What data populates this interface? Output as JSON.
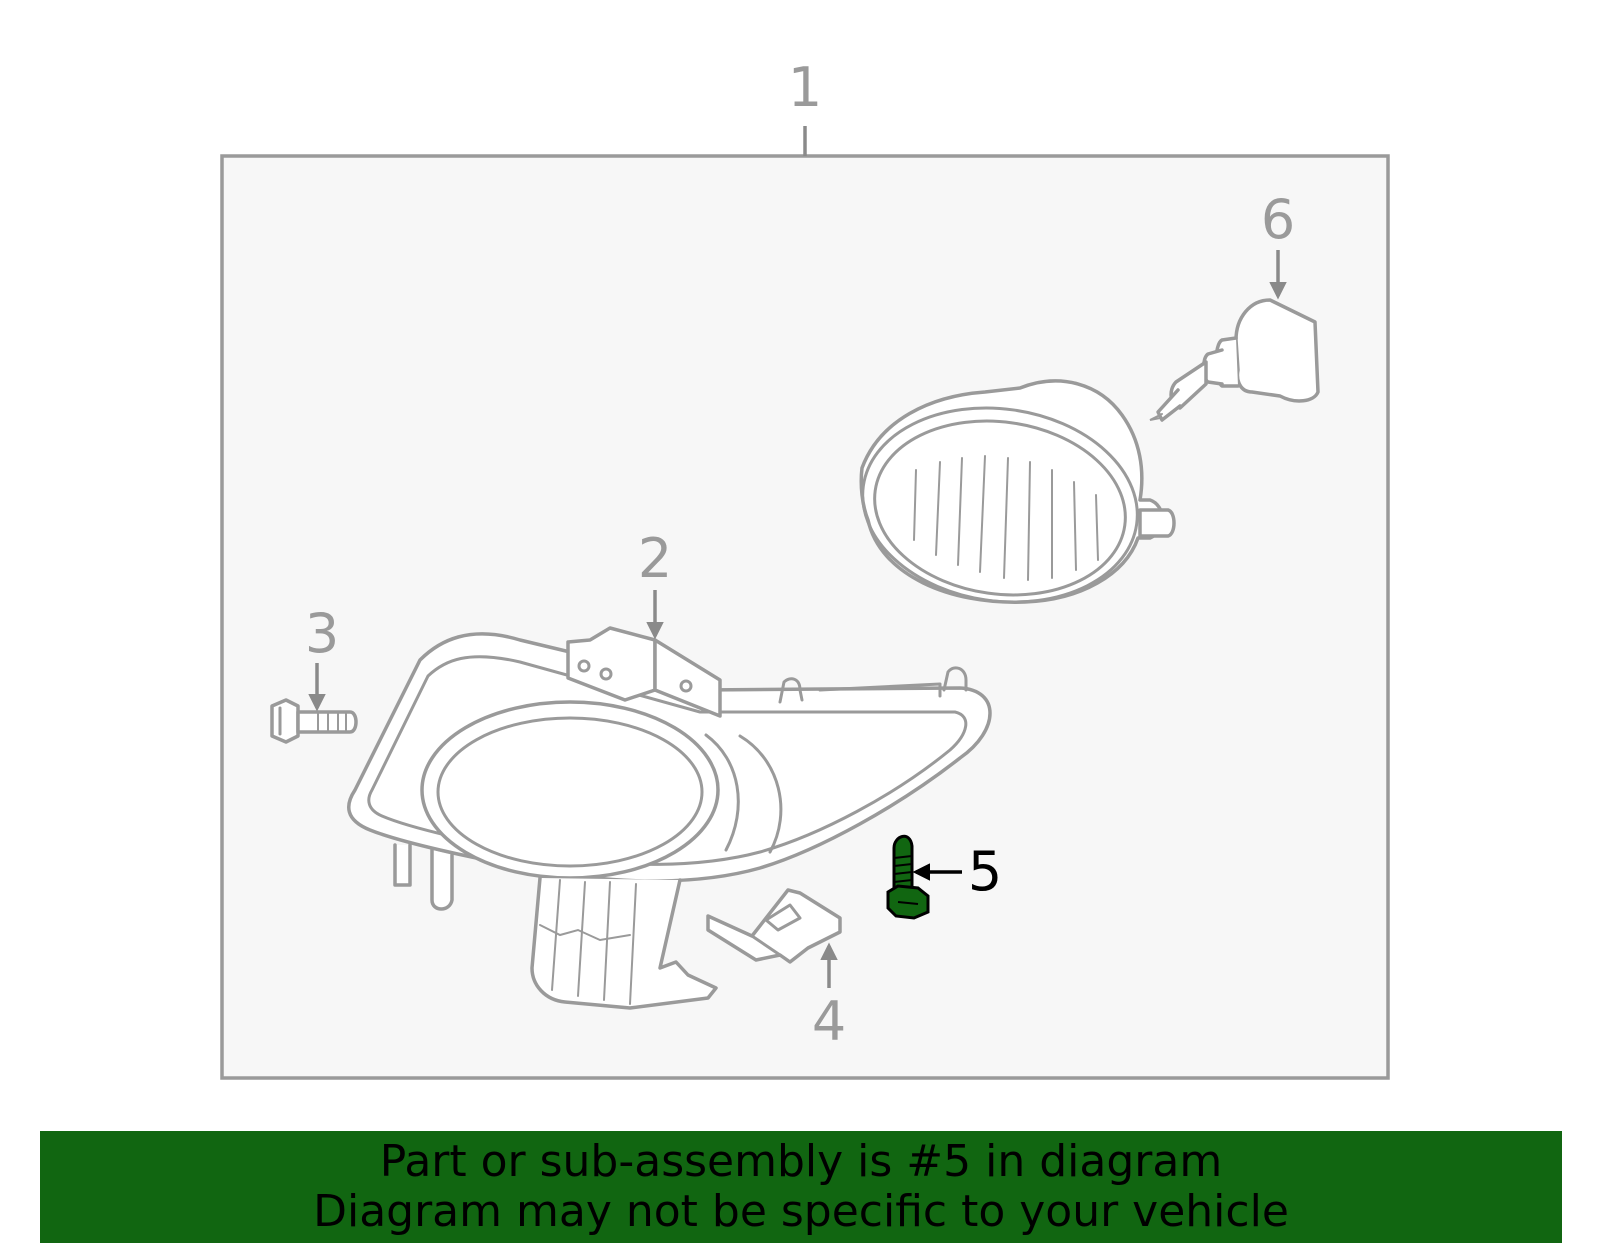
{
  "callouts": {
    "assembly": "1",
    "bracket": "2",
    "bolt": "3",
    "clip": "4",
    "screw": "5",
    "bulb": "6"
  },
  "highlight": {
    "callout": "5",
    "color": "#116611"
  },
  "colors": {
    "frame_bg": "#f7f7f7",
    "line_gray": "#9a9a9a",
    "highlight_part": "#116611",
    "banner_bg": "#116611"
  },
  "banner": {
    "line1": "Part or sub-assembly is #5 in diagram",
    "line2": "Diagram may not be specific to your vehicle"
  }
}
